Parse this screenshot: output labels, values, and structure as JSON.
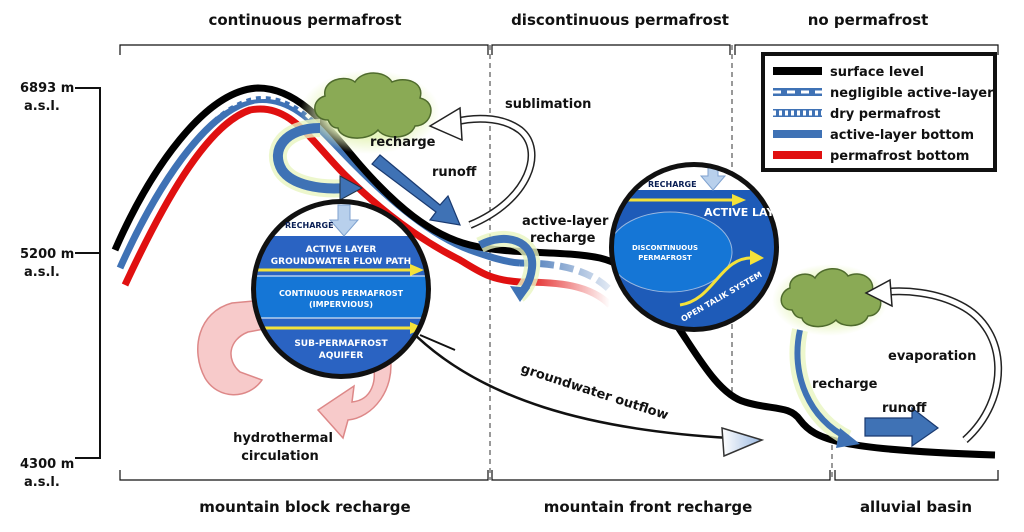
{
  "header": {
    "continuous": "continuous permafrost",
    "discontinuous": "discontinuous permafrost",
    "none": "no permafrost"
  },
  "footer": {
    "mountain_block": "mountain block recharge",
    "mountain_front": "mountain front recharge",
    "alluvial": "alluvial basin"
  },
  "axis": {
    "top_value": "6893 m",
    "mid_value": "5200 m",
    "bottom_value": "4300 m",
    "unit": "a.s.l."
  },
  "legend": {
    "items": [
      {
        "label": "surface level"
      },
      {
        "label": "negligible active-layer"
      },
      {
        "label": "dry permafrost"
      },
      {
        "label": "active-layer bottom"
      },
      {
        "label": "permafrost bottom"
      }
    ]
  },
  "labels": {
    "sublimation": "sublimation",
    "recharge_top": "recharge",
    "runoff_top": "runoff",
    "active_layer_recharge_1": "active-layer",
    "active_layer_recharge_2": "recharge",
    "groundwater_outflow": "groundwater outflow",
    "hydrothermal_1": "hydrothermal",
    "hydrothermal_2": "circulation",
    "evaporation": "evaporation",
    "recharge_right": "recharge",
    "runoff_right": "runoff"
  },
  "circle_left": {
    "recharge": "RECHARGE",
    "active_layer_1": "ACTIVE LAYER",
    "active_layer_2": "GROUNDWATER FLOW PATH",
    "continuous_1": "CONTINUOUS PERMAFROST",
    "continuous_2": "(IMPERVIOUS)",
    "sub_1": "SUB-PERMAFROST",
    "sub_2": "AQUIFER"
  },
  "circle_right": {
    "recharge": "RECHARGE",
    "active_layer": "ACTIVE LAYER",
    "discontinuous_1": "DISCONTINUOUS",
    "discontinuous_2": "PERMAFROST",
    "talik": "OPEN TALIK SYSTEM"
  },
  "colors": {
    "surface": "#000000",
    "active_layer_bottom": "#3f72b5",
    "permafrost_bottom": "#e01010",
    "dry_permafrost": "#ffffff",
    "cloud": "#8aaa55",
    "hydrothermal": "#f6c4c4",
    "circle_blue": "#1e5bb8"
  }
}
